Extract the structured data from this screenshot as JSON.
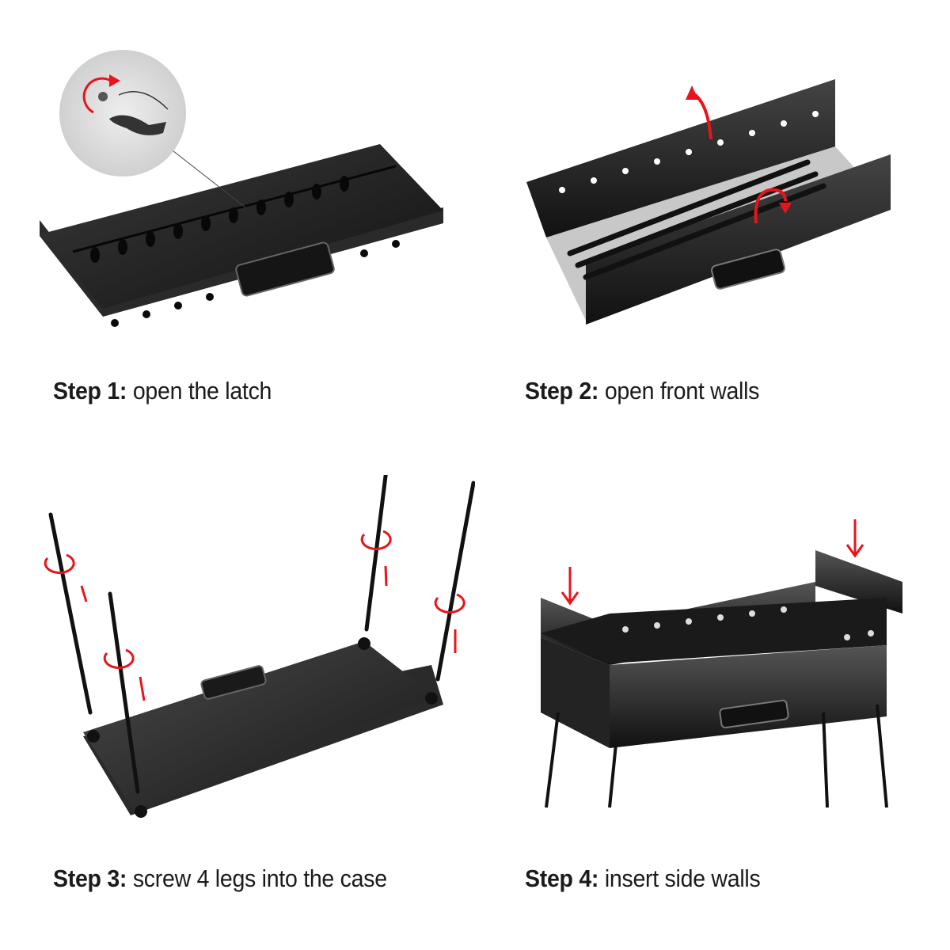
{
  "steps": [
    {
      "label": "Step 1:",
      "text": "open the latch",
      "icon": "latch-grill-case-image"
    },
    {
      "label": "Step 2:",
      "text": "open front walls",
      "icon": "open-walls-image"
    },
    {
      "label": "Step 3:",
      "text": "screw 4 legs into the case",
      "icon": "legs-image"
    },
    {
      "label": "Step 4:",
      "text": "insert side walls",
      "icon": "assembled-grill-image"
    }
  ],
  "colors": {
    "arrow": "#e8141b",
    "metal": "#1f1f1f",
    "background": "#ffffff"
  }
}
